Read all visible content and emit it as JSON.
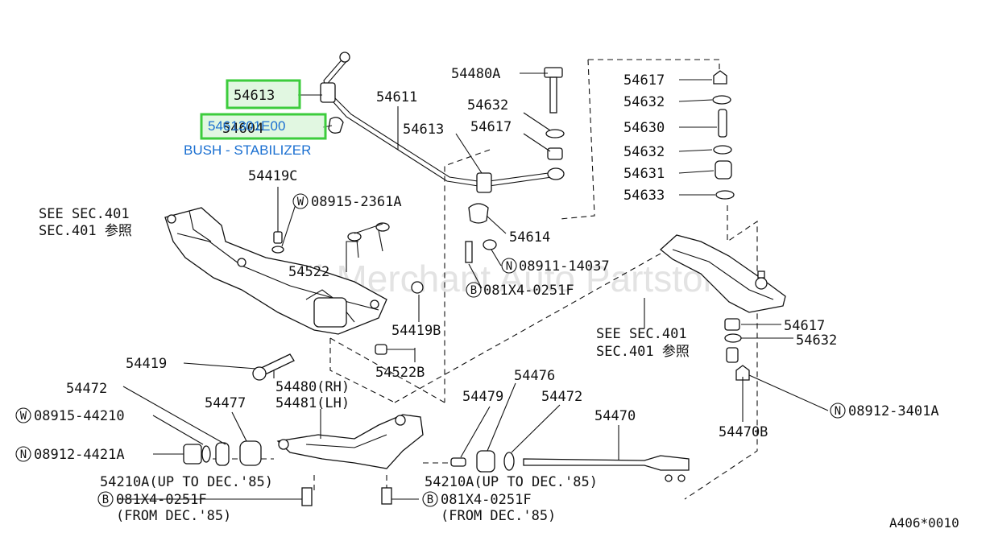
{
  "highlight": {
    "part_ref": "54613",
    "part_number": "5461301E00",
    "part_name": "BUSH - STABILIZER",
    "under_label": "54604"
  },
  "labels": {
    "l54611": "54611",
    "l54613b": "54613",
    "l54480a": "54480A",
    "l54632a": "54632",
    "l54617a": "54617",
    "l54617r": "54617",
    "l54632r1": "54632",
    "l54630": "54630",
    "l54632r2": "54632",
    "l54631": "54631",
    "l54633": "54633",
    "l54614": "54614",
    "l08911": "08911-14037",
    "l081x4a": "081X4-0251F",
    "l54419c": "54419C",
    "l08915a": "08915-2361A",
    "seesec1": "SEE SEC.401",
    "seesec1b": "SEC.401 参照",
    "l54522": "54522",
    "l54419b": "54419B",
    "l54522b": "54522B",
    "l54419": "54419",
    "l54480rh": "54480(RH)",
    "l54481lh": "54481(LH)",
    "l54472a": "54472",
    "l54477": "54477",
    "l08915b": "08915-44210",
    "l08912a": "08912-4421A",
    "l54210a1": "54210A(UP TO DEC.'85)",
    "l081x4b": "081X4-0251F",
    "lfrom1": "(FROM DEC.'85)",
    "l54479": "54479",
    "l54476": "54476",
    "l54472b": "54472",
    "l54470": "54470",
    "l54210a2": "54210A(UP TO DEC.'85)",
    "l081x4c": "081X4-0251F",
    "lfrom2": "(FROM DEC.'85)",
    "seesec2": "SEE SEC.401",
    "seesec2b": "SEC.401 参照",
    "l54617b": "54617",
    "l54632b": "54632",
    "l08912b": "08912-3401A",
    "l54470b": "54470B",
    "code": "A406*0010"
  },
  "symbols": {
    "washer": "W",
    "nut": "N",
    "bolt": "B"
  },
  "watermark": "Multi-Merchant Auto Partstore"
}
